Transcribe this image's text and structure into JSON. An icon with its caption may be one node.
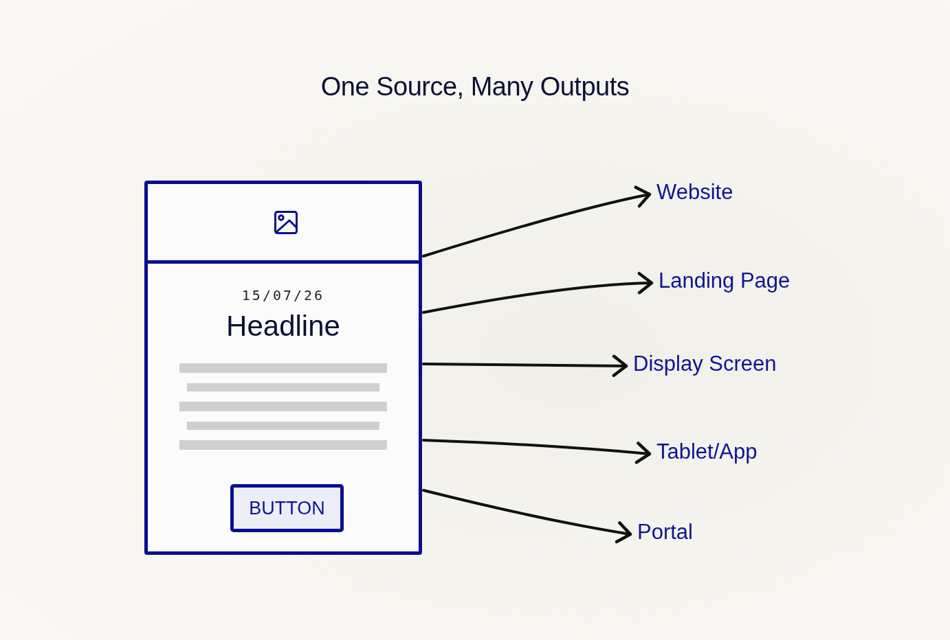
{
  "diagram": {
    "title": "One Source, Many Outputs",
    "nodes": [
      {
        "text": [
          "15/07/26",
          "Headline"
        ]
      },
      {
        "text": [
          "BUTTON"
        ],
        "in": 0
      },
      {
        "text": [
          "Website"
        ]
      },
      {
        "text": [
          "Landing Page"
        ]
      },
      {
        "text": [
          "Display Screen"
        ]
      },
      {
        "text": [
          "Tablet/App"
        ]
      },
      {
        "text": [
          "Portal"
        ]
      }
    ],
    "edges": [
      {
        "from": 0,
        "to": 2,
        "arrow": "to"
      },
      {
        "from": 0,
        "to": 3,
        "arrow": "to"
      },
      {
        "from": 0,
        "to": 4,
        "arrow": "to"
      },
      {
        "from": 0,
        "to": 5,
        "arrow": "to"
      },
      {
        "from": 0,
        "to": 6,
        "arrow": "to"
      }
    ]
  }
}
